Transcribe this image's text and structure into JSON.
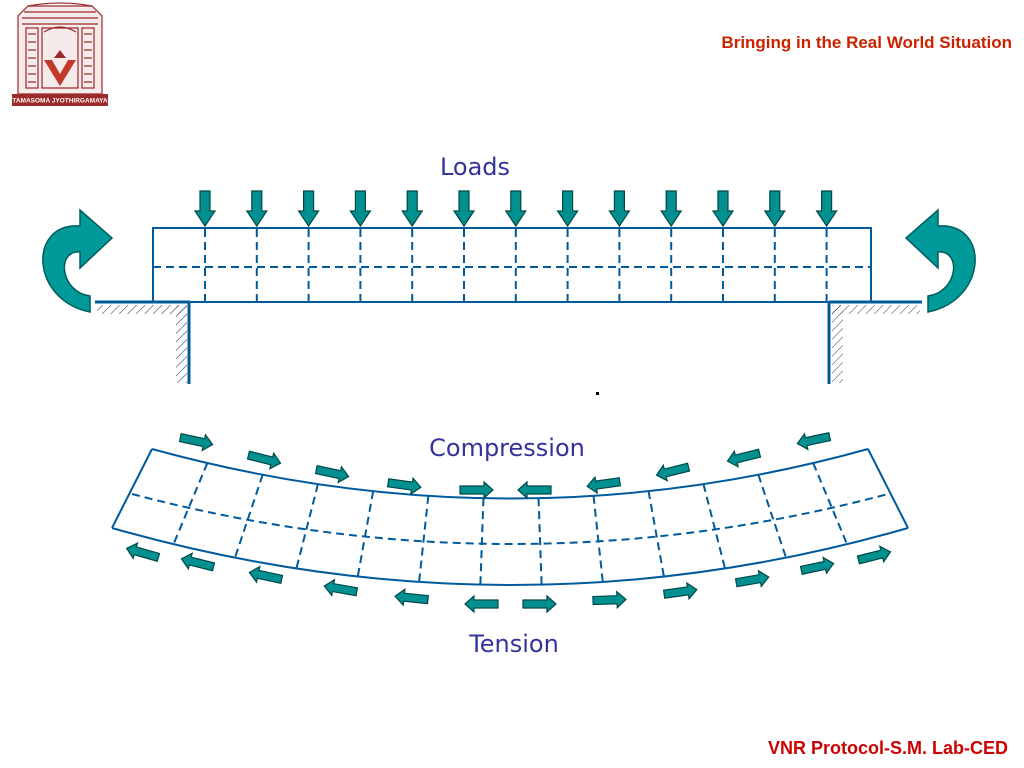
{
  "header": {
    "title": "Bringing in the Real World Situation",
    "logo_text": "TAMASOMA JYOTHIRGAMAYA"
  },
  "footer": {
    "text": "VNR Protocol-S.M. Lab-CED"
  },
  "diagram": {
    "loads_label": "Loads",
    "compression_label": "Compression",
    "tension_label": "Tension",
    "load_arrow_count": 13,
    "colors": {
      "beam_line": "#005a9c",
      "arrow_fill": "#009090",
      "arrow_stroke": "#004848",
      "moment_fill": "#009999",
      "label": "#333399",
      "title": "#cc2200",
      "footer": "#cc0000",
      "logo": "#9b2a2a"
    }
  }
}
